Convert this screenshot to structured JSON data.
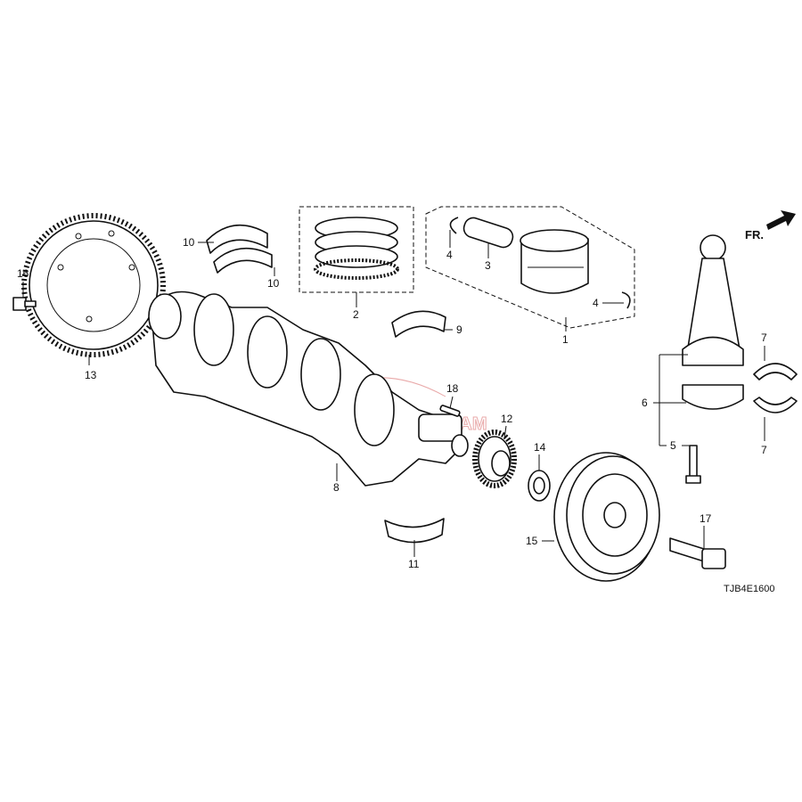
{
  "callouts": {
    "c1": "1",
    "c2": "2",
    "c3": "3",
    "c4a": "4",
    "c4b": "4",
    "c5": "5",
    "c6": "6",
    "c7a": "7",
    "c7b": "7",
    "c8": "8",
    "c9": "9",
    "c10a": "10",
    "c10b": "10",
    "c11": "11",
    "c12": "12",
    "c13": "13",
    "c14": "14",
    "c15": "15",
    "c16": "16",
    "c17": "17",
    "c18": "18"
  },
  "direction_label": "FR.",
  "diagram_code": "TJB4E1600",
  "watermark": "HONDA DREAM",
  "colors": {
    "line": "#111111",
    "watermark": "#e9a9a9",
    "background": "#ffffff"
  }
}
